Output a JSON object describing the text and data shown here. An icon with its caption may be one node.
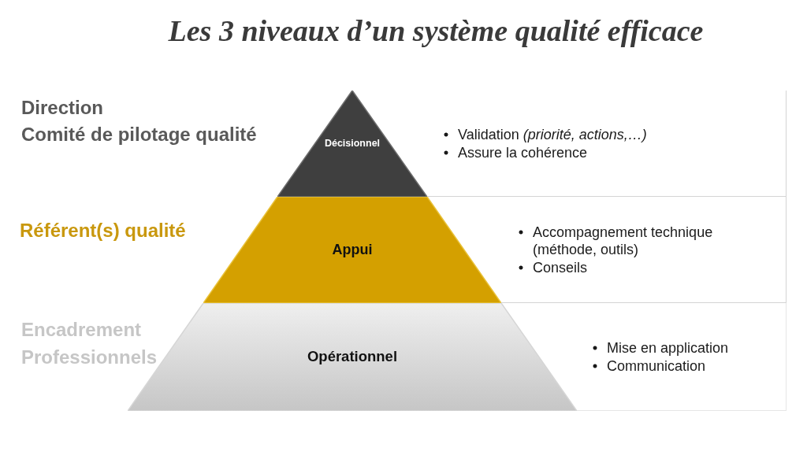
{
  "diagram": {
    "title": "Les 3 niveaux d’un système qualité efficace",
    "nodes": [
      {
        "text": [
          "Décisionnel"
        ],
        "beside": [
          "Direction",
          "Comité de pilotage qualité"
        ]
      },
      {
        "text": [
          "Validation *(priorité, actions,…)*",
          "Assure la cohérence"
        ]
      },
      {
        "text": [
          "Appui"
        ],
        "beside": [
          "Référent(s) qualité"
        ]
      },
      {
        "text": [
          "Accompagnement technique (méthode, outils)",
          "Conseils"
        ]
      },
      {
        "text": [
          "Opérationnel"
        ],
        "beside": [
          "Encadrement",
          "Professionnels"
        ]
      },
      {
        "text": [
          "Mise en application",
          "Communication"
        ]
      }
    ]
  }
}
